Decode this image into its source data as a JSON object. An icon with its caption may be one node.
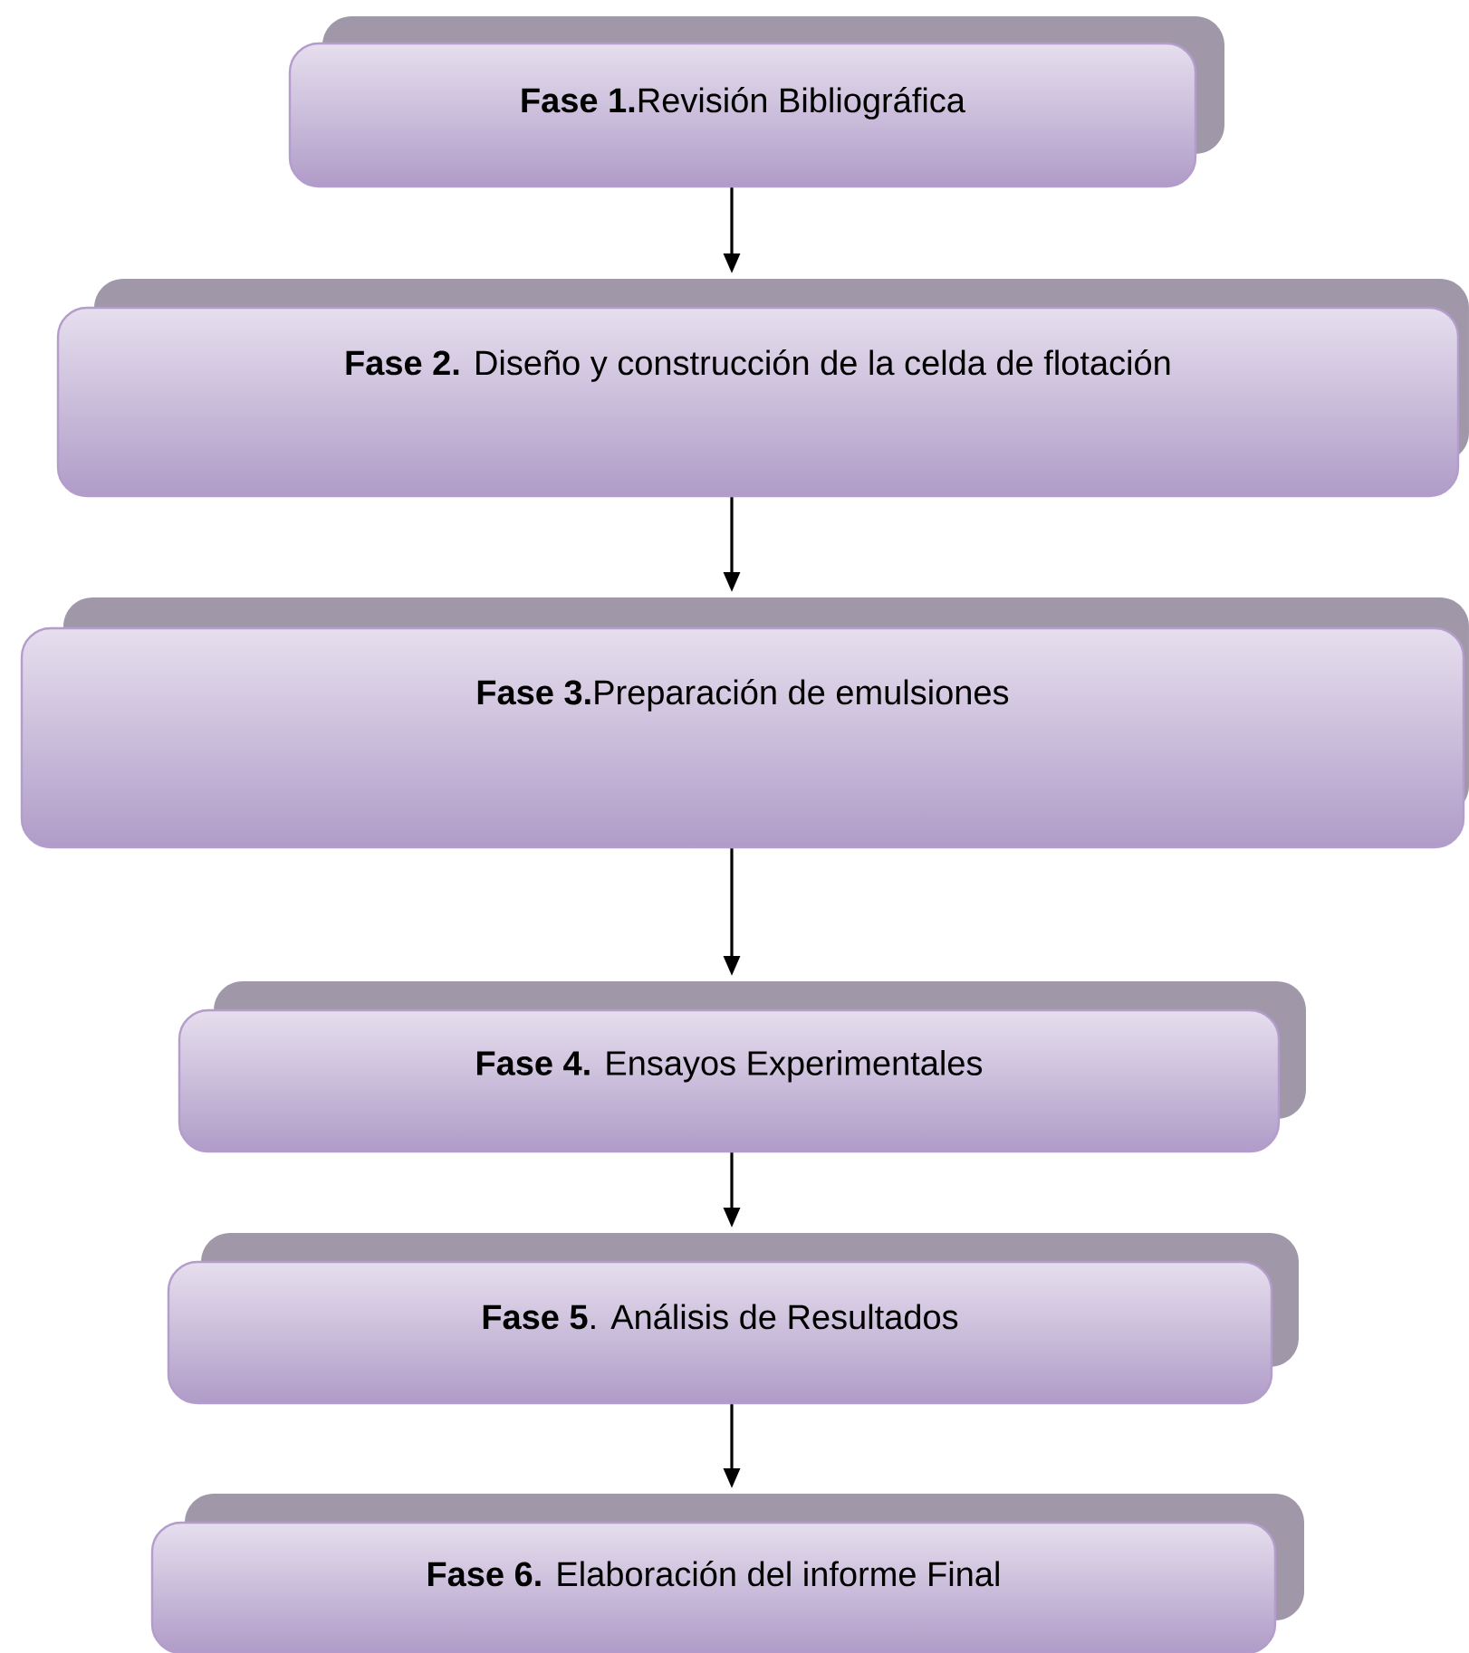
{
  "diagram": {
    "nodes": [
      {
        "text": [
          "**Fase 1.**Revisión Bibliográfica"
        ]
      },
      {
        "text": [
          "**Fase 2.** Diseño y construcción de la celda de flotación"
        ]
      },
      {
        "text": [
          "**Fase 3.**Preparación de emulsiones"
        ]
      },
      {
        "text": [
          "**Fase 4.** Ensayos Experimentales"
        ]
      },
      {
        "text": [
          "**Fase 5**. Análisis de Resultados"
        ]
      },
      {
        "text": [
          "**Fase 6.** Elaboración del informe Final"
        ]
      }
    ],
    "edges": [
      {
        "from": 0,
        "to": 1,
        "arrow": "to"
      },
      {
        "from": 1,
        "to": 2,
        "arrow": "to"
      },
      {
        "from": 2,
        "to": 3,
        "arrow": "to"
      },
      {
        "from": 3,
        "to": 4,
        "arrow": "to"
      },
      {
        "from": 4,
        "to": 5,
        "arrow": "to"
      }
    ]
  }
}
